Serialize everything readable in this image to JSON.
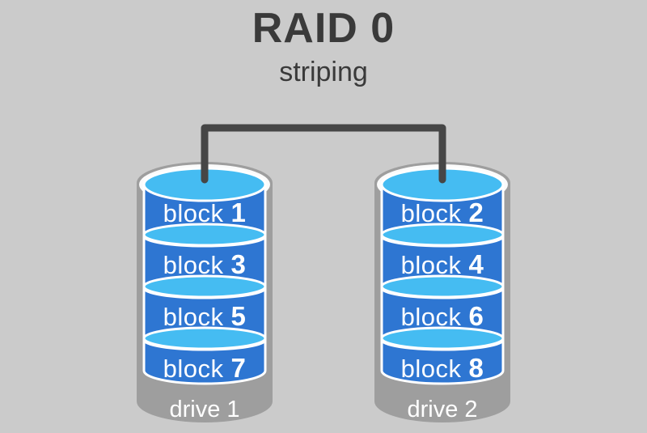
{
  "title": "RAID 0",
  "subtitle": "striping",
  "colors": {
    "background": "#cbcbcb",
    "title_text": "#3a3a3a",
    "cable": "#464646",
    "cylinder_gray": "#9e9e9e",
    "rim_white": "#fbfbfb",
    "disk_top_blue": "#45bcf2",
    "disk_band_blue": "#2e76d2",
    "label_text": "#ffffff"
  },
  "drives": [
    {
      "name": "drive 1",
      "blocks": [
        {
          "word": "block",
          "number": "1"
        },
        {
          "word": "block",
          "number": "3"
        },
        {
          "word": "block",
          "number": "5"
        },
        {
          "word": "block",
          "number": "7"
        }
      ]
    },
    {
      "name": "drive 2",
      "blocks": [
        {
          "word": "block",
          "number": "2"
        },
        {
          "word": "block",
          "number": "4"
        },
        {
          "word": "block",
          "number": "6"
        },
        {
          "word": "block",
          "number": "8"
        }
      ]
    }
  ]
}
